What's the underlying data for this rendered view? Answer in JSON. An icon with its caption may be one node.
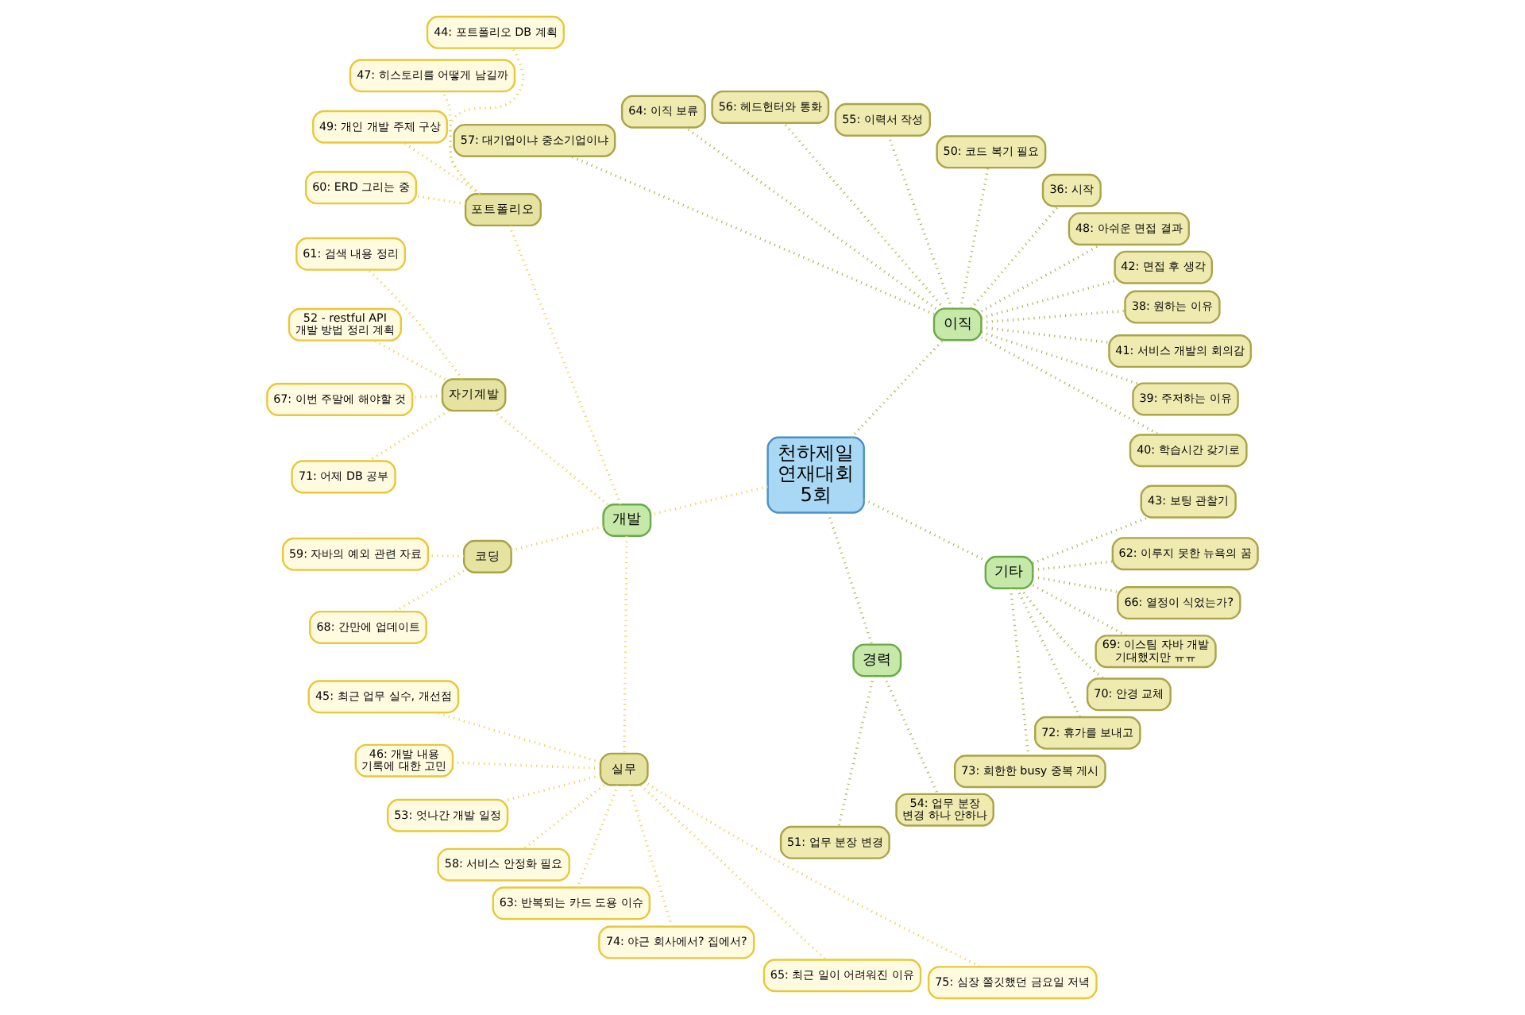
{
  "diagram": {
    "nodes": [
      {
        "text": [
          "천하제일 연재대회 5회"
        ]
      },
      {
        "text": [
          "이직"
        ]
      },
      {
        "text": [
          "40: 학습시간 갖기로"
        ]
      },
      {
        "text": [
          "39: 주저하는 이유"
        ]
      },
      {
        "text": [
          "41: 서비스 개발의 회의감"
        ]
      },
      {
        "text": [
          "38: 원하는 이유"
        ]
      },
      {
        "text": [
          "42: 면접 후 생각"
        ]
      },
      {
        "text": [
          "48: 아쉬운 면접 결과"
        ]
      },
      {
        "text": [
          "36: 시작"
        ]
      },
      {
        "text": [
          "50: 코드 복기 필요"
        ]
      },
      {
        "text": [
          "55: 이력서 작성"
        ]
      },
      {
        "text": [
          "56: 헤드헌터와 통화"
        ]
      },
      {
        "text": [
          "64: 이직 보류"
        ]
      },
      {
        "text": [
          "57: 대기업이냐 중소기업이냐"
        ]
      },
      {
        "text": [
          "개발"
        ]
      },
      {
        "text": [
          "포트폴리오"
        ]
      },
      {
        "text": [
          "44: 포트폴리오 DB 계획"
        ]
      },
      {
        "text": [
          "47: 히스토리를 어떻게 남길까"
        ]
      },
      {
        "text": [
          "49: 개인 개발 주제 구상"
        ]
      },
      {
        "text": [
          "60: ERD 그리는 중"
        ]
      },
      {
        "text": [
          "자기계발"
        ]
      },
      {
        "text": [
          "61: 검색 내용 정리"
        ]
      },
      {
        "text": [
          "52 - restful API 개발 방법 정리 계획"
        ]
      },
      {
        "text": [
          "67: 이번 주말에 해야할 것"
        ]
      },
      {
        "text": [
          "71: 어제 DB 공부"
        ]
      },
      {
        "text": [
          "코딩"
        ]
      },
      {
        "text": [
          "59: 자바의 예외 관련 자료"
        ]
      },
      {
        "text": [
          "68: 간만에 업데이트"
        ]
      },
      {
        "text": [
          "실무"
        ]
      },
      {
        "text": [
          "45: 최근 업무 실수, 개선점"
        ]
      },
      {
        "text": [
          "46: 개발 내용 기록에 대한 고민"
        ]
      },
      {
        "text": [
          "53: 엇나간 개발 일정"
        ]
      },
      {
        "text": [
          "58: 서비스 안정화 필요"
        ]
      },
      {
        "text": [
          "63: 반복되는 카드 도용 이슈"
        ]
      },
      {
        "text": [
          "74: 야근 회사에서? 집에서?"
        ]
      },
      {
        "text": [
          "65: 최근 일이 어려워진 이유"
        ]
      },
      {
        "text": [
          "75: 심장 쫄깃했던 금요일 저녁"
        ]
      },
      {
        "text": [
          "경력"
        ]
      },
      {
        "text": [
          "51: 업무 분장 변경"
        ]
      },
      {
        "text": [
          "54: 업무 분장 변경 하나 안하나"
        ]
      },
      {
        "text": [
          "기타"
        ]
      },
      {
        "text": [
          "73: 희한한 busy 중복 게시"
        ]
      },
      {
        "text": [
          "72: 휴가를 보내고"
        ]
      },
      {
        "text": [
          "70: 안경 교체"
        ]
      },
      {
        "text": [
          "69: 이스팀 자바 개발 기대했지만 ㅠㅠ"
        ]
      },
      {
        "text": [
          "66: 열정이 식었는가?"
        ]
      },
      {
        "text": [
          "62: 이루지 못한 뉴욕의 꿈"
        ]
      },
      {
        "text": [
          "43: 보팅 관찰기"
        ]
      }
    ],
    "edges": [
      {
        "from": 0,
        "to": 1,
        "arrow": "none"
      },
      {
        "from": 0,
        "to": 14,
        "arrow": "none",
        "color": "#e8cf4a"
      },
      {
        "from": 0,
        "to": 37,
        "arrow": "none"
      },
      {
        "from": 0,
        "to": 40,
        "arrow": "none"
      },
      {
        "from": 1,
        "to": 2,
        "arrow": "none"
      },
      {
        "from": 1,
        "to": 3,
        "arrow": "none"
      },
      {
        "from": 1,
        "to": 4,
        "arrow": "none"
      },
      {
        "from": 1,
        "to": 5,
        "arrow": "none"
      },
      {
        "from": 1,
        "to": 6,
        "arrow": "none"
      },
      {
        "from": 1,
        "to": 7,
        "arrow": "none"
      },
      {
        "from": 1,
        "to": 8,
        "arrow": "none"
      },
      {
        "from": 1,
        "to": 9,
        "arrow": "none"
      },
      {
        "from": 1,
        "to": 10,
        "arrow": "none"
      },
      {
        "from": 1,
        "to": 11,
        "arrow": "none"
      },
      {
        "from": 1,
        "to": 12,
        "arrow": "none"
      },
      {
        "from": 1,
        "to": 13,
        "arrow": "none"
      },
      {
        "from": 14,
        "to": 15,
        "arrow": "none",
        "color": "#e8cf4a"
      },
      {
        "from": 15,
        "to": 16,
        "arrow": "none",
        "color": "#e8cf4a"
      },
      {
        "from": 15,
        "to": 17,
        "arrow": "none",
        "color": "#e8cf4a"
      },
      {
        "from": 15,
        "to": 18,
        "arrow": "none",
        "color": "#e8cf4a"
      },
      {
        "from": 15,
        "to": 19,
        "arrow": "none",
        "color": "#e8cf4a"
      },
      {
        "from": 14,
        "to": 20,
        "arrow": "none",
        "color": "#e8cf4a"
      },
      {
        "from": 20,
        "to": 21,
        "arrow": "none",
        "color": "#e8cf4a"
      },
      {
        "from": 20,
        "to": 22,
        "arrow": "none",
        "color": "#e8cf4a"
      },
      {
        "from": 20,
        "to": 23,
        "arrow": "none",
        "color": "#e8cf4a"
      },
      {
        "from": 20,
        "to": 24,
        "arrow": "none",
        "color": "#e8cf4a"
      },
      {
        "from": 14,
        "to": 25,
        "arrow": "none",
        "color": "#e8cf4a"
      },
      {
        "from": 25,
        "to": 26,
        "arrow": "none",
        "color": "#e8cf4a"
      },
      {
        "from": 25,
        "to": 27,
        "arrow": "none",
        "color": "#e8cf4a"
      },
      {
        "from": 14,
        "to": 28,
        "arrow": "none",
        "color": "#e8cf4a"
      },
      {
        "from": 28,
        "to": 29,
        "arrow": "none",
        "color": "#e8cf4a"
      },
      {
        "from": 28,
        "to": 30,
        "arrow": "none",
        "color": "#e8cf4a"
      },
      {
        "from": 28,
        "to": 31,
        "arrow": "none",
        "color": "#e8cf4a"
      },
      {
        "from": 28,
        "to": 32,
        "arrow": "none",
        "color": "#e8cf4a"
      },
      {
        "from": 28,
        "to": 33,
        "arrow": "none",
        "color": "#e8cf4a"
      },
      {
        "from": 28,
        "to": 34,
        "arrow": "none",
        "color": "#e8cf4a"
      },
      {
        "from": 28,
        "to": 35,
        "arrow": "none",
        "color": "#e8cf4a"
      },
      {
        "from": 28,
        "to": 36,
        "arrow": "none",
        "color": "#e8cf4a"
      },
      {
        "from": 37,
        "to": 38,
        "arrow": "none"
      },
      {
        "from": 37,
        "to": 39,
        "arrow": "none"
      },
      {
        "from": 40,
        "to": 41,
        "arrow": "none"
      },
      {
        "from": 40,
        "to": 42,
        "arrow": "none"
      },
      {
        "from": 40,
        "to": 43,
        "arrow": "none"
      },
      {
        "from": 40,
        "to": 44,
        "arrow": "none"
      },
      {
        "from": 40,
        "to": 45,
        "arrow": "none"
      },
      {
        "from": 40,
        "to": 46,
        "arrow": "none"
      },
      {
        "from": 40,
        "to": 47,
        "arrow": "none"
      }
    ]
  }
}
